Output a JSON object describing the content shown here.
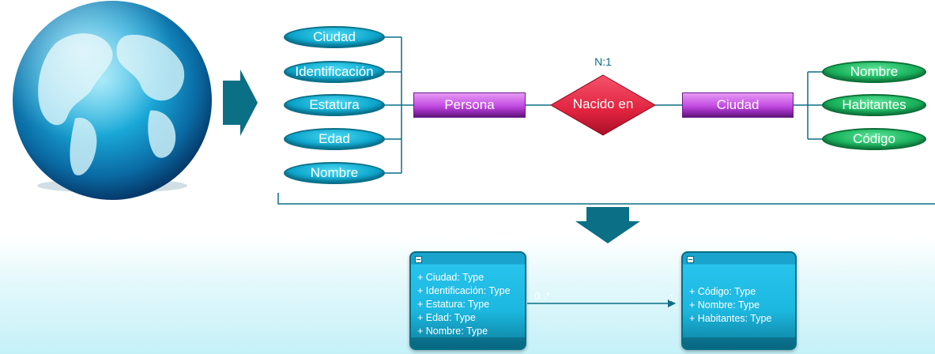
{
  "er_diagram": {
    "relationship": {
      "label": "Nacido en",
      "cardinality": "N:1"
    },
    "entity_left": {
      "label": "Persona"
    },
    "entity_right": {
      "label": "Ciudad"
    },
    "left_attributes": [
      "Ciudad",
      "Identificación",
      "Estatura",
      "Edad",
      "Nombre"
    ],
    "right_attributes": [
      "Nombre",
      "Habitantes",
      "Código"
    ]
  },
  "uml_diagram": {
    "class_left": {
      "attributes": [
        "+ Ciudad: Type",
        "+ Identificación: Type",
        "+ Estatura: Type",
        "+ Edad: Type",
        "+ Nombre: Type"
      ]
    },
    "class_right": {
      "attributes": [
        "+ Código: Type",
        "+ Nombre: Type",
        "+ Habitantes: Type"
      ]
    },
    "association": {
      "source_multiplicity": "0..*",
      "target_multiplicity": "1"
    }
  },
  "colors": {
    "attribute_blue": "#10a9cf",
    "attribute_green": "#1bb45e",
    "entity_purple": "#c14ae0",
    "relationship_red": "#e0233f",
    "connector_teal": "#0b6f86"
  },
  "icons": [
    "globe-icon",
    "arrow-right-icon",
    "arrow-down-icon",
    "collapse-icon"
  ]
}
